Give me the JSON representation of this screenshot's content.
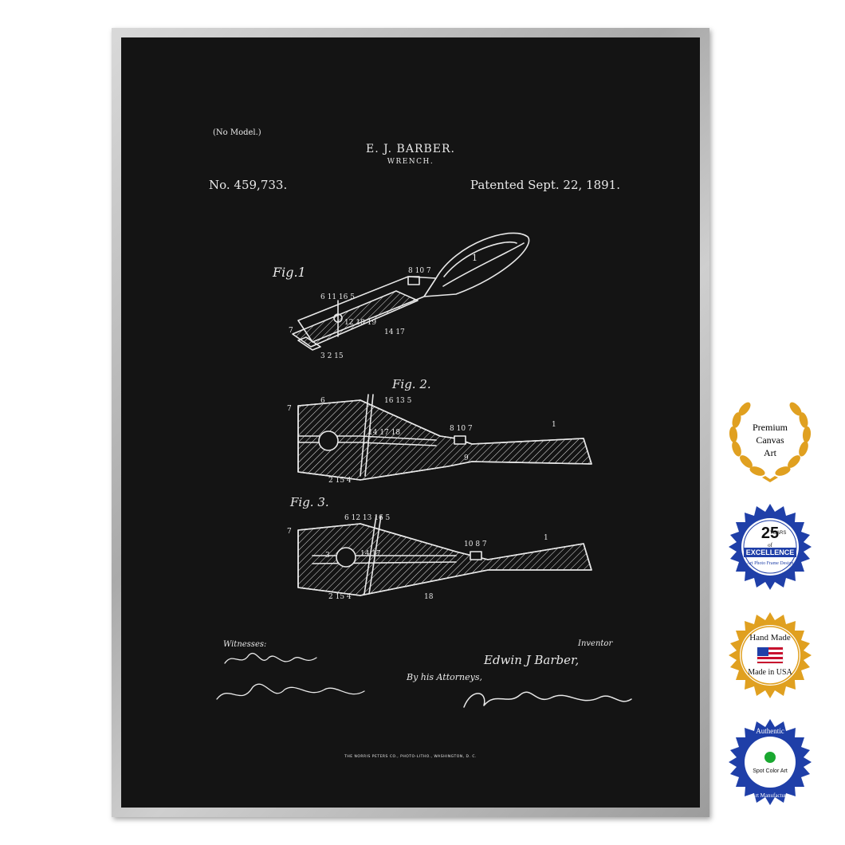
{
  "patent": {
    "no_model": "(No Model.)",
    "inventor_name": "E. J. BARBER.",
    "title": "WRENCH.",
    "patent_number": "No. 459,733.",
    "patent_date": "Patented Sept. 22, 1891.",
    "figures": [
      "Fig.1",
      "Fig. 2.",
      "Fig. 3."
    ],
    "witnesses_label": "Witnesses:",
    "inventor_label": "Inventor",
    "inventor_signature": "Edwin J Barber,",
    "attorneys_label": "By his Attorneys,",
    "printer_credit": "THE NORRIS PETERS CO., PHOTO-LITHO., WASHINGTON, D. C."
  },
  "badges": {
    "premium": [
      "Premium",
      "Canvas",
      "Art"
    ],
    "excellence": {
      "number": "25",
      "years": "YEARS",
      "of": "of",
      "excellence": "EXCELLENCE",
      "ring": "Art Photo Frame Design"
    },
    "handmade": {
      "top": "Hand Made",
      "bottom": "Made in USA"
    },
    "authentic": {
      "top": "Authentic",
      "center": "Spot Color Art",
      "bottom": "Art Manufacture"
    }
  },
  "colors": {
    "canvas": "#141414",
    "frame": "#b4b4b4",
    "line_art": "#e8e8e8",
    "gold": "#e0a020",
    "blue": "#1f3fa8"
  }
}
